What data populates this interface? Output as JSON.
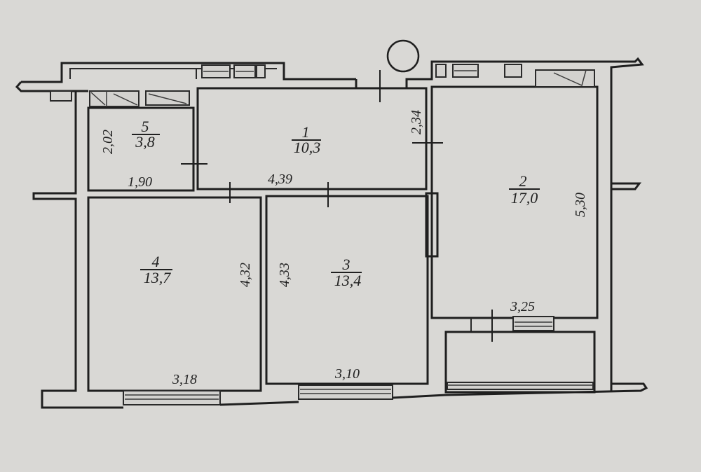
{
  "plan": {
    "background": "#d9d8d5",
    "line_color": "#1f1f1f",
    "rooms": [
      {
        "number": "1",
        "area": "10,3"
      },
      {
        "number": "2",
        "area": "17,0"
      },
      {
        "number": "3",
        "area": "13,4"
      },
      {
        "number": "4",
        "area": "13,7"
      },
      {
        "number": "5",
        "area": "3,8"
      }
    ],
    "dimensions": {
      "room5_height": "2,02",
      "room5_width": "1,90",
      "room1_width": "4,39",
      "room1_height": "2,34",
      "room2_height": "5,30",
      "room2_width": "3,25",
      "room4_height": "4,32",
      "room4_width": "3,18",
      "room3_height": "4,33",
      "room3_width": "3,10"
    },
    "symbols": {
      "ventilation": "circle-vent",
      "windows": "window-glazing",
      "doors": "door-opening"
    }
  }
}
